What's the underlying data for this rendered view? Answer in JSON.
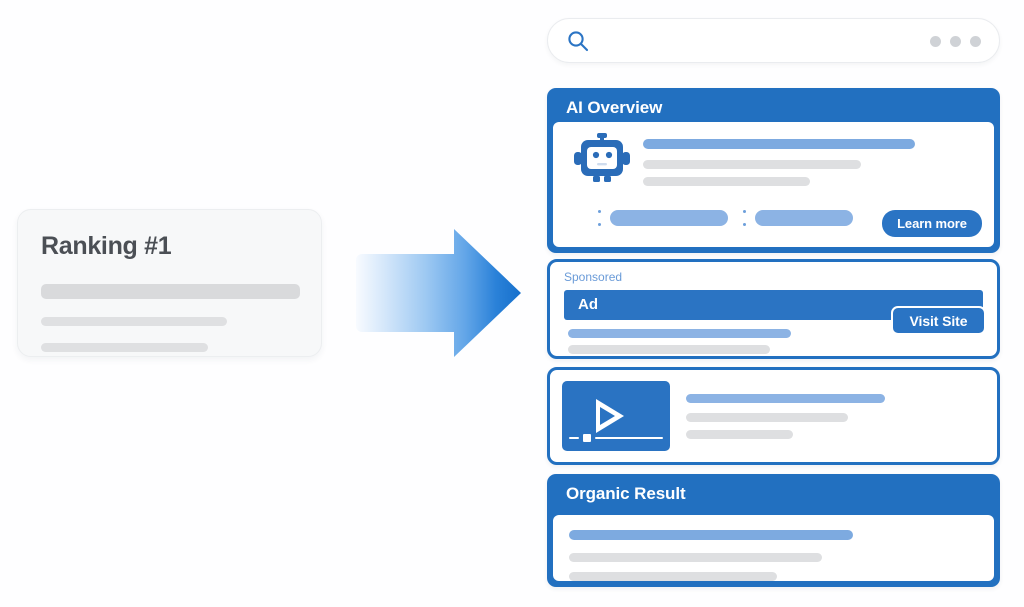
{
  "ranking_card": {
    "title": "Ranking #1",
    "placeholder_lines": 3
  },
  "arrow": {
    "name": "right-arrow",
    "gradient_from": "#f4f9fe",
    "gradient_to": "#1772cd"
  },
  "search": {
    "icon": "search-icon",
    "value": "",
    "placeholder": "",
    "dots": 3
  },
  "results": {
    "ai_overview": {
      "header": "AI Overview",
      "icon": "robot-icon",
      "cta": "Learn more",
      "citation_chips": 2,
      "text_lines": 3
    },
    "ad": {
      "sponsored_label": "Sponsored",
      "badge": "Ad",
      "cta": "Visit Site",
      "text_lines": 2
    },
    "video": {
      "icon": "play-icon",
      "text_lines": 3
    },
    "organic": {
      "header": "Organic Result",
      "text_lines": 3
    }
  },
  "colors": {
    "brand_blue": "#2270c0",
    "accent_blue": "#2a74c4",
    "light_blue": "#8cb3e4",
    "placeholder_gray": "#dedfe1",
    "title_gray": "#4b4f55"
  }
}
